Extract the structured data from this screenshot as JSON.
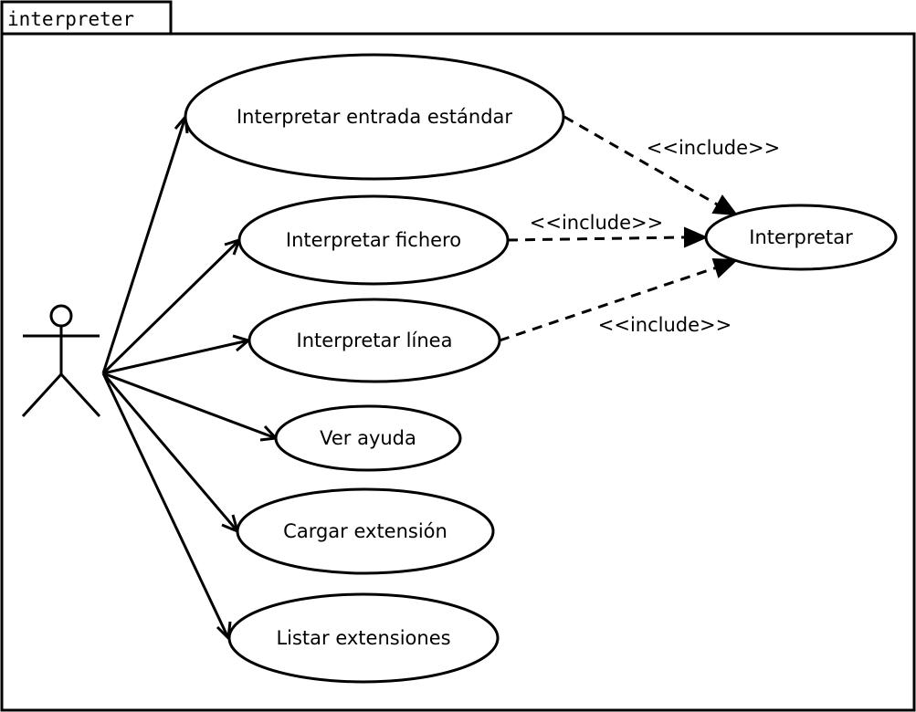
{
  "package": {
    "name": "interpreter"
  },
  "actor": {
    "name": ""
  },
  "use_cases": [
    {
      "id": "uc-entrada",
      "label": "Interpretar entrada estándar"
    },
    {
      "id": "uc-fichero",
      "label": "Interpretar fichero"
    },
    {
      "id": "uc-linea",
      "label": "Interpretar línea"
    },
    {
      "id": "uc-ayuda",
      "label": "Ver ayuda"
    },
    {
      "id": "uc-cargar",
      "label": "Cargar extensión"
    },
    {
      "id": "uc-listar",
      "label": "Listar extensiones"
    },
    {
      "id": "uc-interpretar",
      "label": "Interpretar"
    }
  ],
  "associations": [
    {
      "from": "actor",
      "to": "uc-entrada"
    },
    {
      "from": "actor",
      "to": "uc-fichero"
    },
    {
      "from": "actor",
      "to": "uc-linea"
    },
    {
      "from": "actor",
      "to": "uc-ayuda"
    },
    {
      "from": "actor",
      "to": "uc-cargar"
    },
    {
      "from": "actor",
      "to": "uc-listar"
    }
  ],
  "includes": [
    {
      "from": "uc-entrada",
      "to": "uc-interpretar",
      "label": "<<include>>"
    },
    {
      "from": "uc-fichero",
      "to": "uc-interpretar",
      "label": "<<include>>"
    },
    {
      "from": "uc-linea",
      "to": "uc-interpretar",
      "label": "<<include>>"
    }
  ]
}
